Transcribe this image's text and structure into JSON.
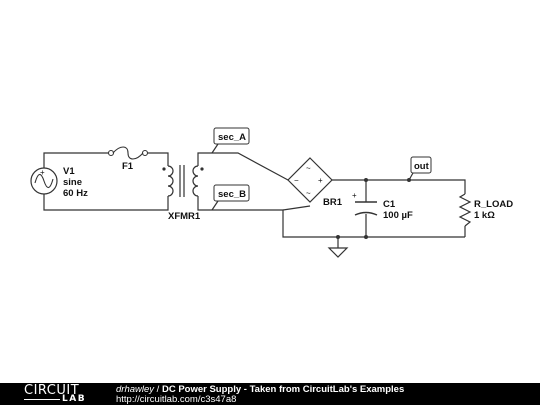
{
  "schematic": {
    "source": {
      "ref": "V1",
      "line1": "sine",
      "line2": "60 Hz"
    },
    "fuse": {
      "ref": "F1"
    },
    "transformer": {
      "ref": "XFMR1"
    },
    "bridge": {
      "ref": "BR1",
      "pin_ac1": "~",
      "pin_ac2": "~",
      "pin_pos": "+",
      "pin_neg": "−"
    },
    "capacitor": {
      "ref": "C1",
      "value": "100 µF",
      "polarity": "+"
    },
    "load": {
      "ref": "R_LOAD",
      "value": "1 kΩ"
    },
    "nodes": {
      "sec_a": "sec_A",
      "sec_b": "sec_B",
      "out": "out"
    },
    "wire_color": "#333333"
  },
  "footer": {
    "logo_top": "CIRCUIT",
    "logo_bottom": "LAB",
    "author": "drhawley",
    "separator": " / ",
    "title": "DC Power Supply - Taken from CircuitLab's Examples",
    "url": "http://circuitlab.com/c3s47a8"
  }
}
